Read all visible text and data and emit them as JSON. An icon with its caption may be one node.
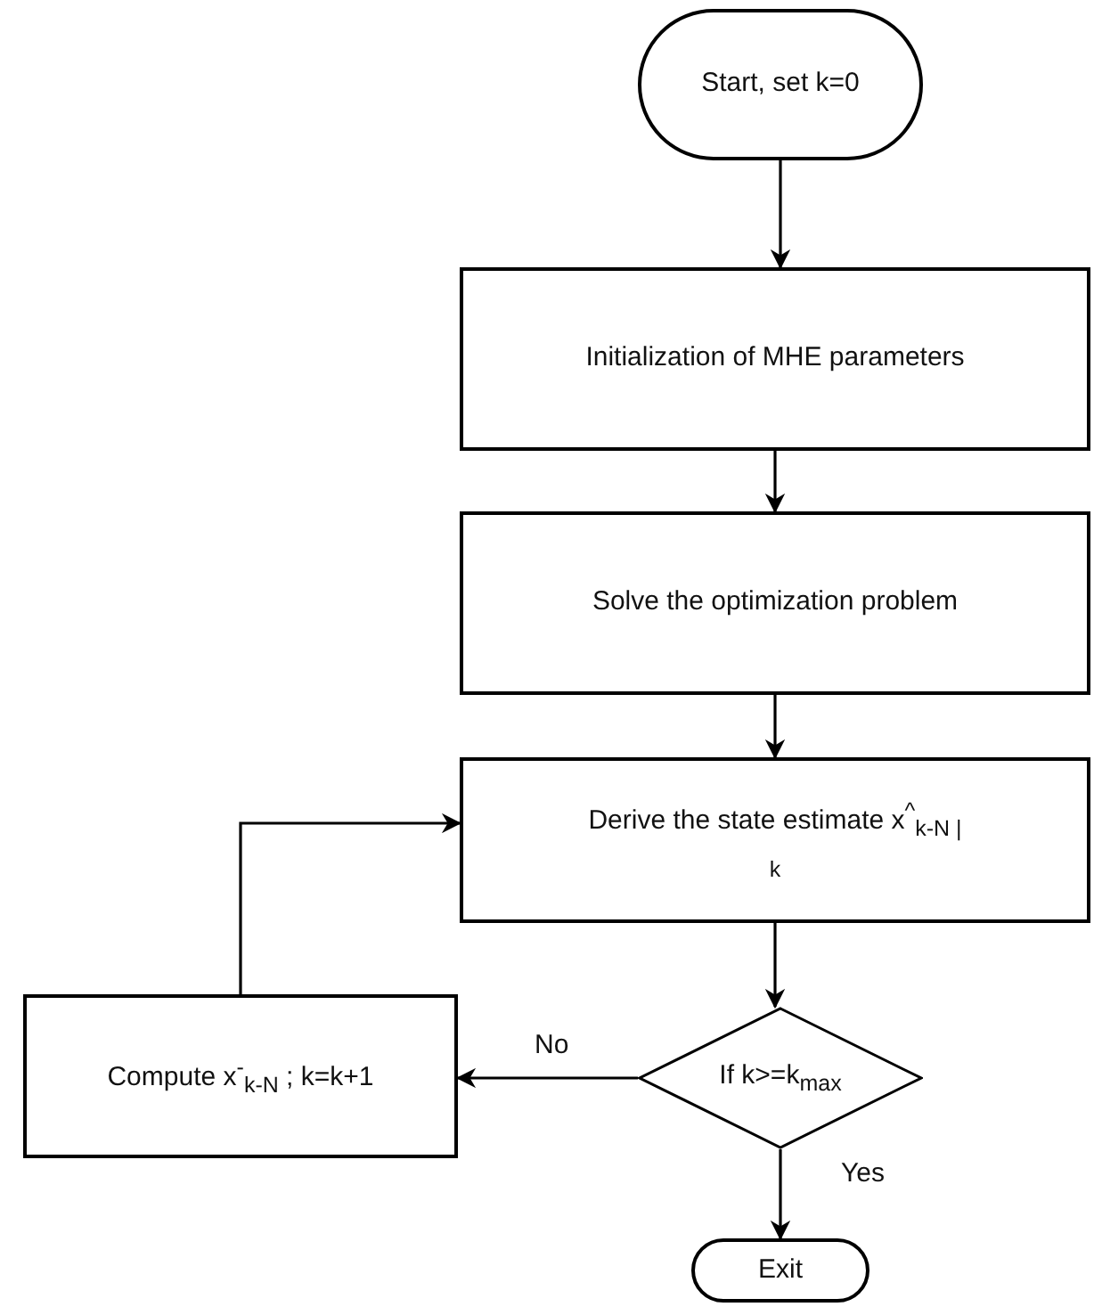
{
  "diagram": {
    "nodes": [
      {
        "text": [
          "Start, set k=0"
        ]
      },
      {
        "text": [
          "Initialization of MHE parameters"
        ]
      },
      {
        "text": [
          "Solve the optimization problem"
        ]
      },
      {
        "text": [
          "Derive the state estimate x$^{^}$$_{k-N | k}$"
        ]
      },
      {
        "text": [
          "If k>=k$_{max}$"
        ]
      },
      {
        "text": [
          "Compute x$^{-}$$_{k-N}$ ; k=k+1"
        ]
      },
      {
        "text": [
          "Exit"
        ]
      }
    ],
    "edges": [
      {
        "from": 0,
        "to": 1,
        "arrow": "to"
      },
      {
        "from": 1,
        "to": 2,
        "arrow": "to"
      },
      {
        "from": 2,
        "to": 3,
        "arrow": "to"
      },
      {
        "from": 3,
        "to": 4,
        "arrow": "to"
      },
      {
        "from": 4,
        "to": 5,
        "label": "No",
        "arrow": "to"
      },
      {
        "from": 4,
        "to": 6,
        "label": "Yes",
        "arrow": "to"
      },
      {
        "from": 5,
        "to": 3,
        "arrow": "to"
      }
    ]
  }
}
